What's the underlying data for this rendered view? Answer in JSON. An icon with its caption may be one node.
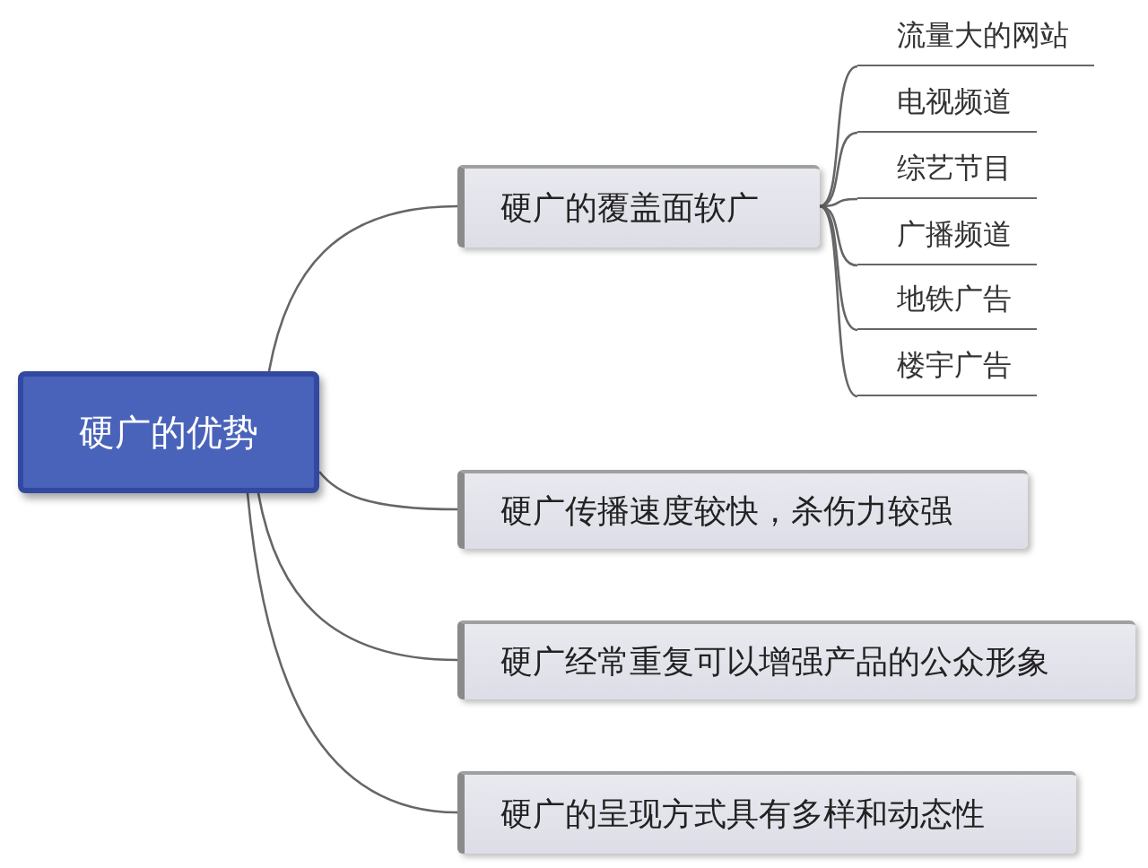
{
  "diagram": {
    "nodes": [
      {
        "text": [
          "硬广的优势"
        ]
      },
      {
        "text": [
          "硬广的覆盖面软广"
        ]
      },
      {
        "text": [
          "硬广传播速度较快，杀伤力较强"
        ]
      },
      {
        "text": [
          "硬广经常重复可以增强产品的公众形象"
        ]
      },
      {
        "text": [
          "硬广的呈现方式具有多样和动态性"
        ]
      },
      {
        "text": [
          "流量大的网站"
        ]
      },
      {
        "text": [
          "电视频道"
        ]
      },
      {
        "text": [
          "综艺节目"
        ]
      },
      {
        "text": [
          "广播频道"
        ]
      },
      {
        "text": [
          "地铁广告"
        ]
      },
      {
        "text": [
          "楼宇广告"
        ]
      }
    ],
    "edges": [
      {
        "from": 0,
        "to": 1,
        "arrow": "none"
      },
      {
        "from": 0,
        "to": 2,
        "arrow": "none"
      },
      {
        "from": 0,
        "to": 3,
        "arrow": "none"
      },
      {
        "from": 0,
        "to": 4,
        "arrow": "none"
      },
      {
        "from": 1,
        "to": 5,
        "arrow": "none"
      },
      {
        "from": 1,
        "to": 6,
        "arrow": "none"
      },
      {
        "from": 1,
        "to": 7,
        "arrow": "none"
      },
      {
        "from": 1,
        "to": 8,
        "arrow": "none"
      },
      {
        "from": 1,
        "to": 9,
        "arrow": "none"
      },
      {
        "from": 1,
        "to": 10,
        "arrow": "none"
      }
    ]
  }
}
